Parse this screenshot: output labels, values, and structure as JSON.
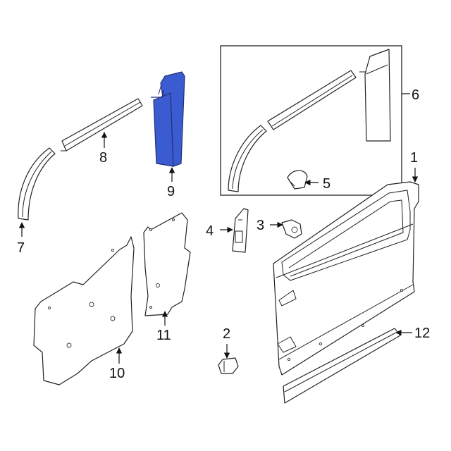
{
  "colors": {
    "highlight_fill": "#3b5bd0",
    "highlight_stroke": "#1f2f70",
    "line": "#222222",
    "background": "#ffffff"
  },
  "callouts": [
    {
      "id": "c1",
      "label": "1"
    },
    {
      "id": "c2",
      "label": "2"
    },
    {
      "id": "c3",
      "label": "3"
    },
    {
      "id": "c4",
      "label": "4"
    },
    {
      "id": "c5",
      "label": "5"
    },
    {
      "id": "c6",
      "label": "6"
    },
    {
      "id": "c7",
      "label": "7"
    },
    {
      "id": "c8",
      "label": "8"
    },
    {
      "id": "c9",
      "label": "9"
    },
    {
      "id": "c10",
      "label": "10"
    },
    {
      "id": "c11",
      "label": "11"
    },
    {
      "id": "c12",
      "label": "12"
    }
  ],
  "highlighted_part": "9"
}
